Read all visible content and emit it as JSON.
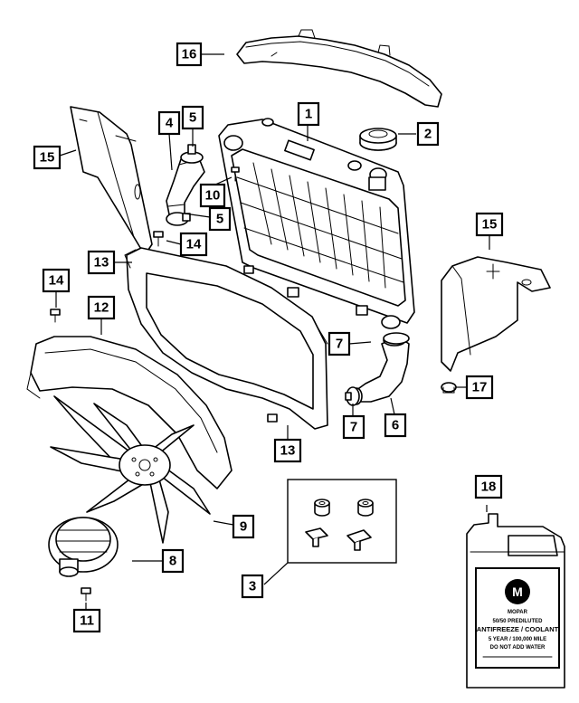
{
  "callouts": {
    "c1": "1",
    "c2": "2",
    "c3": "3",
    "c4": "4",
    "c5a": "5",
    "c5b": "5",
    "c6": "6",
    "c7a": "7",
    "c7b": "7",
    "c8": "8",
    "c9": "9",
    "c10": "10",
    "c11": "11",
    "c12": "12",
    "c13a": "13",
    "c13b": "13",
    "c14a": "14",
    "c14b": "14",
    "c15a": "15",
    "c15b": "15",
    "c16": "16",
    "c17": "17",
    "c18": "18"
  },
  "jug_label": {
    "brand": "MOPAR",
    "line1": "50/50 PREDILUTED",
    "line2": "ANTIFREEZE / COOLANT",
    "line3": "5 YEAR / 100,000 MILE",
    "line4": "DO NOT ADD WATER"
  }
}
